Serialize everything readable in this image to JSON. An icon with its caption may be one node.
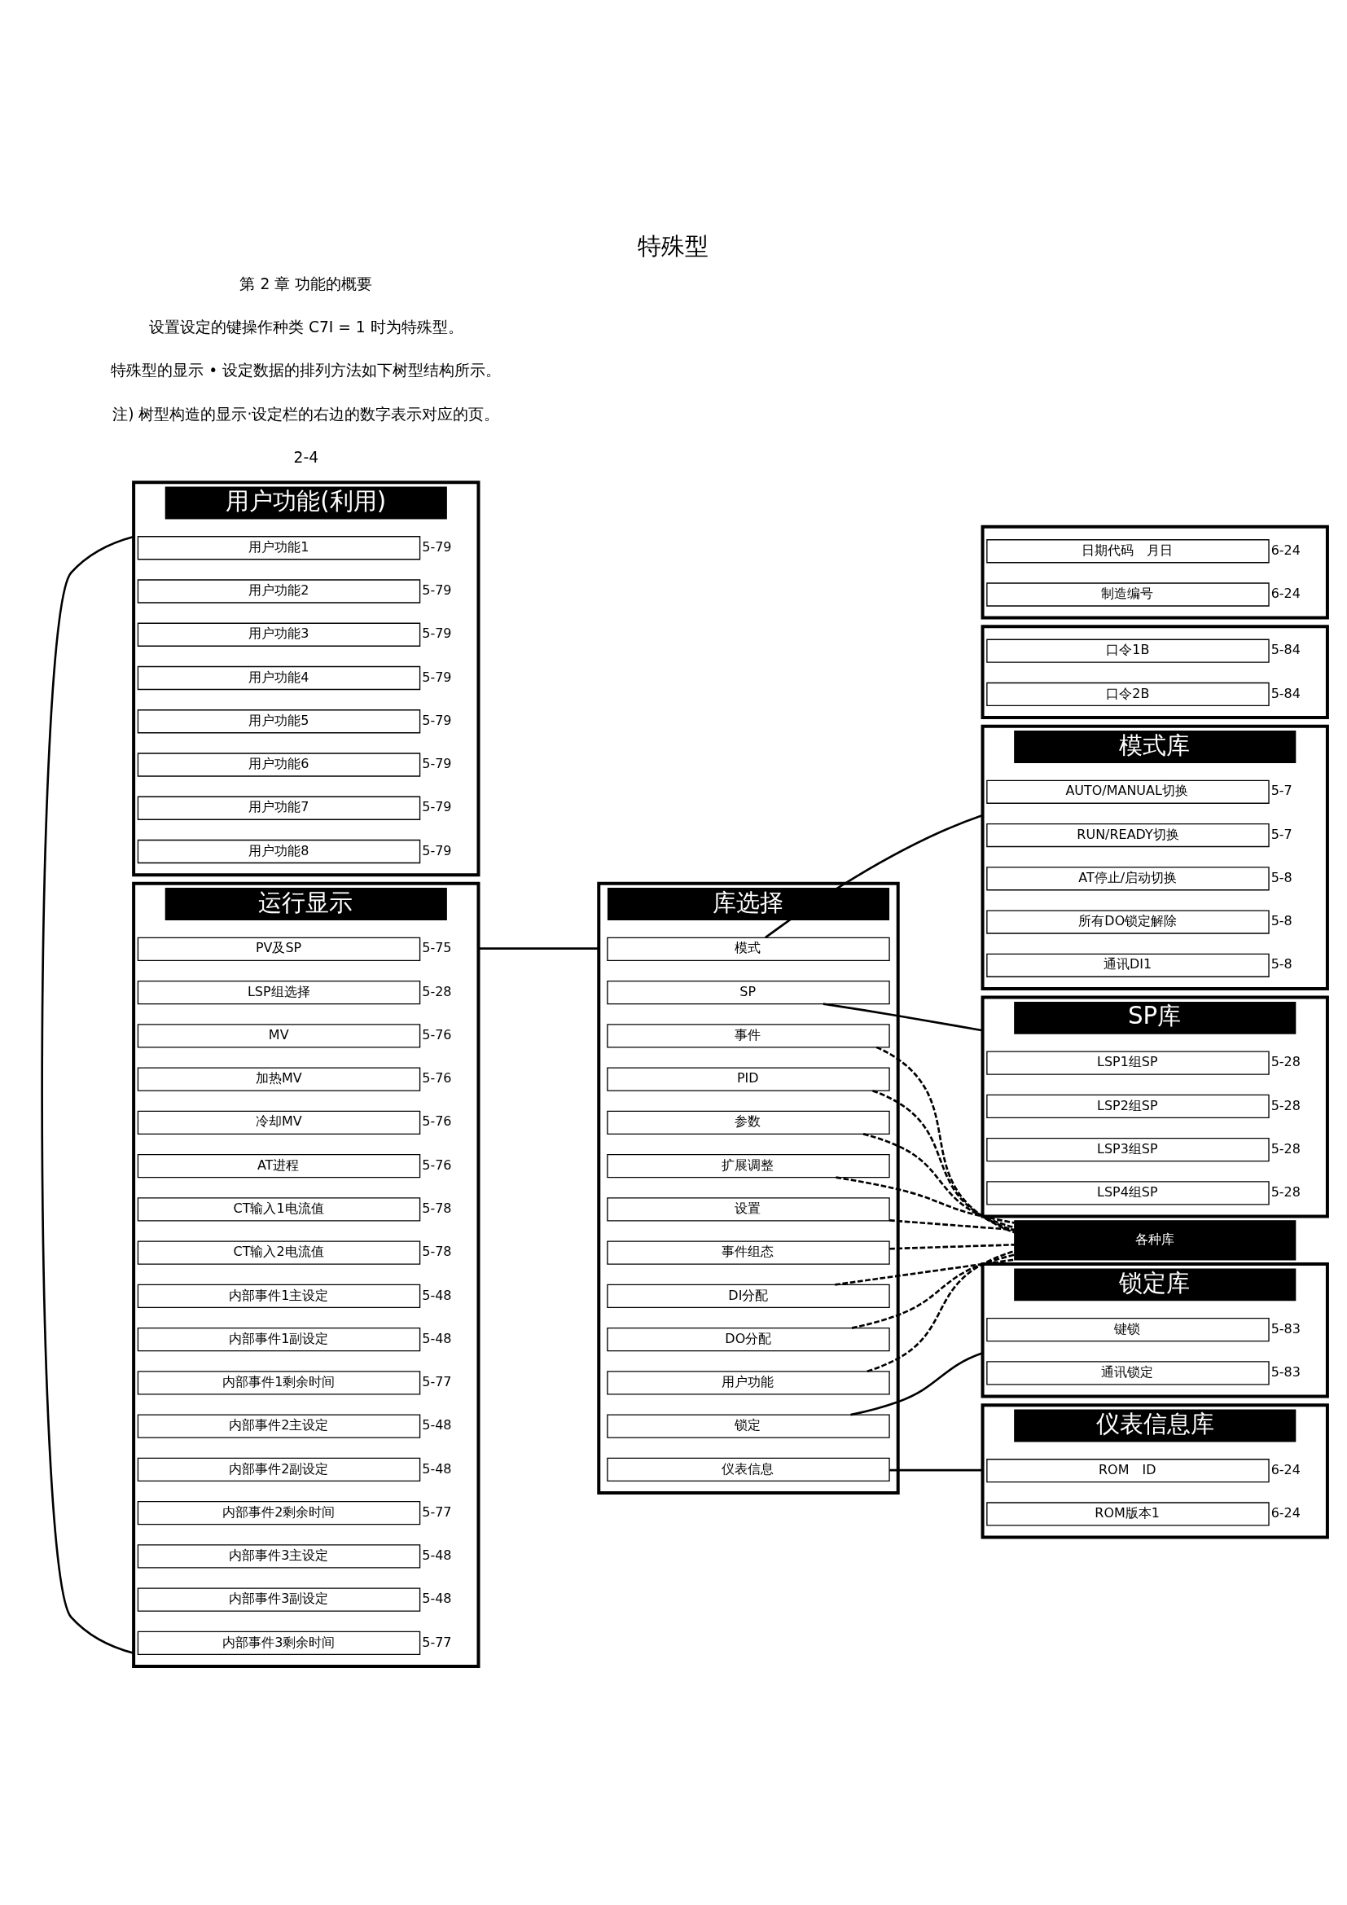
{
  "diagram": {
    "title": "特殊型",
    "nodes": [
      {
        "text": [
          "运行显示"
        ]
      },
      {
        "text": [
          "PV及SP"
        ],
        "in": 0,
        "beside": [
          "5-75"
        ]
      },
      {
        "text": [
          "LSP组选择"
        ],
        "in": 0,
        "beside": [
          "5-28"
        ]
      },
      {
        "text": [
          "MV"
        ],
        "in": 0,
        "beside": [
          "5-76"
        ]
      },
      {
        "text": [
          "加热MV"
        ],
        "in": 0,
        "beside": [
          "5-76"
        ]
      },
      {
        "text": [
          "冷却MV"
        ],
        "in": 0,
        "beside": [
          "5-76"
        ]
      },
      {
        "text": [
          "AT进程"
        ],
        "in": 0,
        "beside": [
          "5-76"
        ]
      },
      {
        "text": [
          "CT输入1电流值"
        ],
        "in": 0,
        "beside": [
          "5-78"
        ]
      },
      {
        "text": [
          "CT输入2电流值"
        ],
        "in": 0,
        "beside": [
          "5-78"
        ]
      },
      {
        "text": [
          "内部事件1主设定"
        ],
        "in": 0,
        "beside": [
          "5-48"
        ]
      },
      {
        "text": [
          "内部事件1副设定"
        ],
        "in": 0,
        "beside": [
          "5-48"
        ]
      },
      {
        "text": [
          "内部事件1剩余时间"
        ],
        "in": 0,
        "beside": [
          "5-77"
        ]
      },
      {
        "text": [
          "内部事件2主设定"
        ],
        "in": 0,
        "beside": [
          "5-48"
        ]
      },
      {
        "text": [
          "内部事件2副设定"
        ],
        "in": 0,
        "beside": [
          "5-48"
        ]
      },
      {
        "text": [
          "内部事件2剩余时间"
        ],
        "in": 0,
        "beside": [
          "5-77"
        ]
      },
      {
        "text": [
          "内部事件3主设定"
        ],
        "in": 0,
        "beside": [
          "5-48"
        ]
      },
      {
        "text": [
          "内部事件3副设定"
        ],
        "in": 0,
        "beside": [
          "5-48"
        ]
      },
      {
        "text": [
          "内部事件3剩余时间"
        ],
        "in": 0,
        "beside": [
          "5-77"
        ]
      },
      {
        "text": [
          "用户功能(利用)"
        ]
      },
      {
        "text": [
          "用户功能1"
        ],
        "in": 18,
        "beside": [
          "5-79"
        ]
      },
      {
        "text": [
          "用户功能2"
        ],
        "in": 18,
        "beside": [
          "5-79"
        ]
      },
      {
        "text": [
          "用户功能3"
        ],
        "in": 18,
        "beside": [
          "5-79"
        ]
      },
      {
        "text": [
          "用户功能4"
        ],
        "in": 18,
        "beside": [
          "5-79"
        ]
      },
      {
        "text": [
          "用户功能5"
        ],
        "in": 18,
        "beside": [
          "5-79"
        ]
      },
      {
        "text": [
          "用户功能6"
        ],
        "in": 18,
        "beside": [
          "5-79"
        ]
      },
      {
        "text": [
          "用户功能7"
        ],
        "in": 18,
        "beside": [
          "5-79"
        ]
      },
      {
        "text": [
          "用户功能8"
        ],
        "in": 18,
        "beside": [
          "5-79"
        ]
      },
      {
        "text": [
          "库选择"
        ]
      },
      {
        "text": [
          "模式"
        ],
        "in": 27
      },
      {
        "text": [
          "SP"
        ],
        "in": 27
      },
      {
        "text": [
          "事件"
        ],
        "in": 27
      },
      {
        "text": [
          "PID"
        ],
        "in": 27
      },
      {
        "text": [
          "参数"
        ],
        "in": 27
      },
      {
        "text": [
          "扩展调整"
        ],
        "in": 27
      },
      {
        "text": [
          "设置"
        ],
        "in": 27
      },
      {
        "text": [
          "事件组态"
        ],
        "in": 27
      },
      {
        "text": [
          "DI分配"
        ],
        "in": 27
      },
      {
        "text": [
          "DO分配"
        ],
        "in": 27
      },
      {
        "text": [
          "用户功能"
        ],
        "in": 27
      },
      {
        "text": [
          "锁定"
        ],
        "in": 27
      },
      {
        "text": [
          "仪表信息"
        ],
        "in": 27
      },
      {
        "text": [
          "模式库"
        ]
      },
      {
        "text": [
          "AUTO/MANUAL切换"
        ],
        "in": 41,
        "beside": [
          "5-7"
        ]
      },
      {
        "text": [
          "RUN/READY切换"
        ],
        "in": 41,
        "beside": [
          "5-7"
        ]
      },
      {
        "text": [
          "AT停止/启动切换"
        ],
        "in": 41,
        "beside": [
          "5-8"
        ]
      },
      {
        "text": [
          "所有DO锁定解除"
        ],
        "in": 41,
        "beside": [
          "5-8"
        ]
      },
      {
        "text": [
          "通讯DI1"
        ],
        "in": 41,
        "beside": [
          "5-8"
        ]
      },
      {
        "text": [
          "SP库"
        ]
      },
      {
        "text": [
          "LSP1组SP"
        ],
        "in": 47,
        "beside": [
          "5-28"
        ]
      },
      {
        "text": [
          "LSP2组SP"
        ],
        "in": 47,
        "beside": [
          "5-28"
        ]
      },
      {
        "text": [
          "LSP3组SP"
        ],
        "in": 47,
        "beside": [
          "5-28"
        ]
      },
      {
        "text": [
          "LSP4组SP"
        ],
        "in": 47,
        "beside": [
          "5-28"
        ]
      },
      {
        "text": [
          "各种库"
        ]
      },
      {
        "text": [
          "锁定库"
        ]
      },
      {
        "text": [
          "键锁"
        ],
        "in": 53,
        "beside": [
          "5-83"
        ]
      },
      {
        "text": [
          "通讯锁定"
        ],
        "in": 53,
        "beside": [
          "5-83"
        ]
      },
      {
        "text": [],
        "shape": "box"
      },
      {
        "text": [
          "口令1B"
        ],
        "in": 56,
        "beside": [
          "5-84"
        ]
      },
      {
        "text": [
          "口令2B"
        ],
        "in": 56,
        "beside": [
          "5-84"
        ]
      },
      {
        "text": [
          "仪表信息库"
        ]
      },
      {
        "text": [
          "ROM　ID"
        ],
        "in": 59,
        "beside": [
          "6-24"
        ]
      },
      {
        "text": [
          "ROM版本1"
        ],
        "in": 59,
        "beside": [
          "6-24"
        ]
      },
      {
        "text": [],
        "shape": "box"
      },
      {
        "text": [
          "日期代码　月日"
        ],
        "in": 62,
        "beside": [
          "6-24"
        ]
      },
      {
        "text": [
          "制造编号"
        ],
        "in": 62,
        "beside": [
          "6-24"
        ]
      }
    ],
    "edges": [
      {
        "from": 0,
        "to": 27,
        "arrow": "none"
      },
      {
        "from": 0,
        "to": 18,
        "arrow": "none"
      },
      {
        "from": 28,
        "to": 41,
        "arrow": "none"
      },
      {
        "from": 29,
        "to": 47,
        "arrow": "none"
      },
      {
        "from": 30,
        "to": 52,
        "arrow": "none",
        "style": "dashed"
      },
      {
        "from": 31,
        "to": 52,
        "arrow": "none",
        "style": "dashed"
      },
      {
        "from": 32,
        "to": 52,
        "arrow": "none",
        "style": "dashed"
      },
      {
        "from": 33,
        "to": 52,
        "arrow": "none",
        "style": "dashed"
      },
      {
        "from": 34,
        "to": 52,
        "arrow": "none",
        "style": "dashed"
      },
      {
        "from": 35,
        "to": 52,
        "arrow": "none",
        "style": "dashed"
      },
      {
        "from": 36,
        "to": 52,
        "arrow": "none",
        "style": "dashed"
      },
      {
        "from": 37,
        "to": 52,
        "arrow": "none",
        "style": "dashed"
      },
      {
        "from": 38,
        "to": 52,
        "arrow": "none",
        "style": "dashed"
      },
      {
        "from": 39,
        "to": 53,
        "arrow": "none"
      },
      {
        "from": 40,
        "to": 59,
        "arrow": "none"
      }
    ],
    "labels": [
      "第 2 章 功能的概要",
      "设置设定的键操作种类 C7I = 1 时为特殊型。",
      "特殊型的显示 • 设定数据的排列方法如下树型结构所示。",
      "注) 树型构造的显示·设定栏的右边的数字表示对应的页。",
      "2-4"
    ]
  }
}
